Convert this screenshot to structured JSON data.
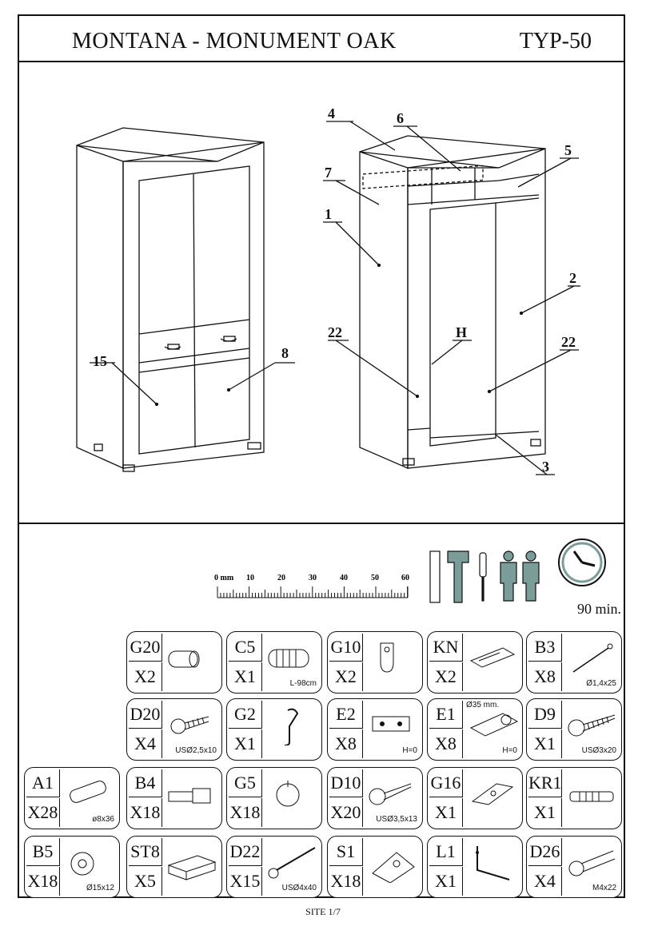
{
  "header": {
    "title": "MONTANA - MONUMENT OAK",
    "type_code": "TYP-50"
  },
  "drawing_labels": {
    "assembled": {
      "front_left_door": "15",
      "front_right_door": "8"
    },
    "exploded": {
      "top": "4",
      "shelf_divider": "6",
      "upper_shelf": "5",
      "back_rail": "7",
      "left_side": "1",
      "right_side": "2",
      "inner_left": "22",
      "hinge_line": "H",
      "inner_right": "22",
      "bottom": "3"
    }
  },
  "tools": {
    "time": "90 min.",
    "ruler_unit": "0 mm",
    "ruler_marks": [
      "10",
      "20",
      "30",
      "40",
      "50",
      "60"
    ]
  },
  "hardware": [
    {
      "code": "G20",
      "qty": "X2",
      "spec": ""
    },
    {
      "code": "C5",
      "qty": "X1",
      "spec": "L-98cm"
    },
    {
      "code": "G10",
      "qty": "X2",
      "spec": ""
    },
    {
      "code": "KN",
      "qty": "X2",
      "spec": ""
    },
    {
      "code": "B3",
      "qty": "X8",
      "spec": "Ø1,4x25"
    },
    {
      "code": "D20",
      "qty": "X4",
      "spec": "USØ2,5x10"
    },
    {
      "code": "G2",
      "qty": "X1",
      "spec": ""
    },
    {
      "code": "E2",
      "qty": "X8",
      "spec": "H=0"
    },
    {
      "code": "E1",
      "qty": "X8",
      "spec": "H=0",
      "spec_top": "Ø35 mm."
    },
    {
      "code": "D9",
      "qty": "X1",
      "spec": "USØ3x20"
    },
    {
      "code": "A1",
      "qty": "X28",
      "spec": "ø8x36"
    },
    {
      "code": "B4",
      "qty": "X18",
      "spec": ""
    },
    {
      "code": "G5",
      "qty": "X18",
      "spec": ""
    },
    {
      "code": "D10",
      "qty": "X20",
      "spec": "USØ3,5x13"
    },
    {
      "code": "G16",
      "qty": "X1",
      "spec": ""
    },
    {
      "code": "KR1",
      "qty": "X1",
      "spec": ""
    },
    {
      "code": "B5",
      "qty": "X18",
      "spec": "Ø15x12"
    },
    {
      "code": "ST8",
      "qty": "X5",
      "spec": ""
    },
    {
      "code": "D22",
      "qty": "X15",
      "spec": "USØ4x40"
    },
    {
      "code": "S1",
      "qty": "X18",
      "spec": ""
    },
    {
      "code": "L1",
      "qty": "X1",
      "spec": ""
    },
    {
      "code": "D26",
      "qty": "X4",
      "spec": "M4x22"
    }
  ],
  "footer": {
    "page": "SITE 1/7"
  }
}
